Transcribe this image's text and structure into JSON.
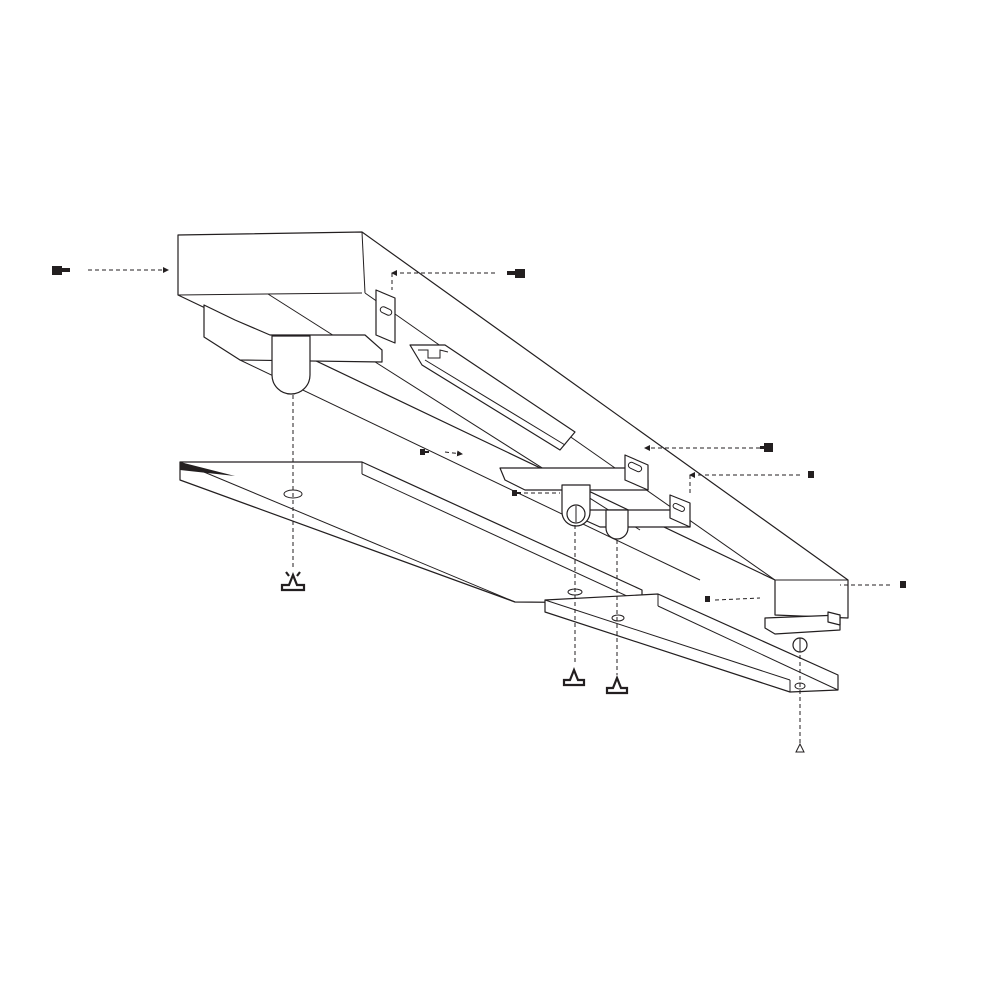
{
  "diagram": {
    "type": "exploded-assembly-line-drawing",
    "colors": {
      "line": "#231f20",
      "background": "#ffffff"
    },
    "parts": [
      "light-housing-beam",
      "mounting-plate-left",
      "mounting-plate-right",
      "mounting-bracket",
      "end-cap",
      "screw",
      "spring-clip"
    ]
  }
}
